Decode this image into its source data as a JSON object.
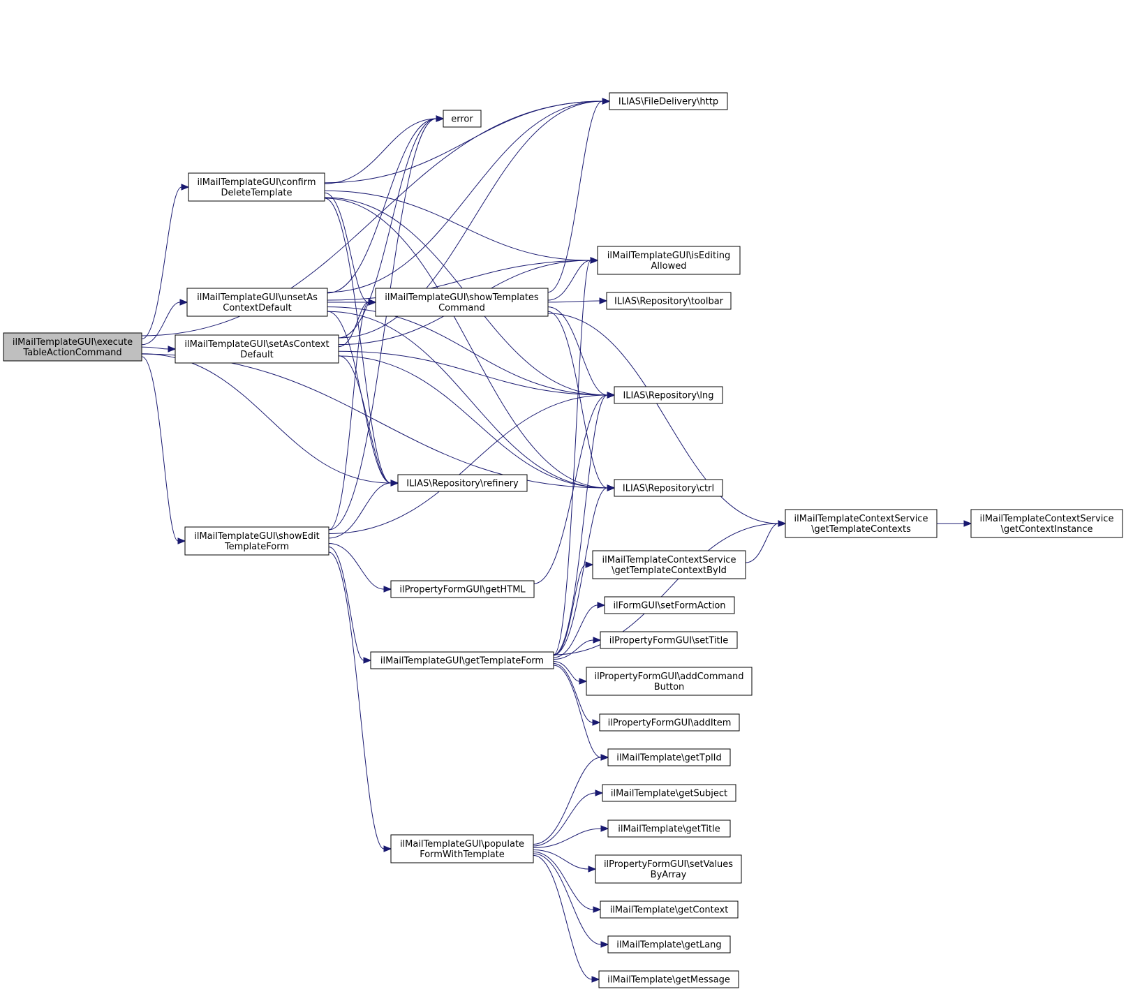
{
  "colors": {
    "edge": "#191970",
    "node_fill": "#ffffff",
    "root_fill": "#bfbfbf",
    "border": "#000000"
  },
  "nodes": {
    "exec": {
      "lines": [
        "ilMailTemplateGUI\\execute",
        "TableActionCommand"
      ],
      "root": true
    },
    "confirm": {
      "lines": [
        "ilMailTemplateGUI\\confirm",
        "DeleteTemplate"
      ]
    },
    "unset": {
      "lines": [
        "ilMailTemplateGUI\\unsetAs",
        "ContextDefault"
      ]
    },
    "setas": {
      "lines": [
        "ilMailTemplateGUI\\setAsContext",
        "Default"
      ]
    },
    "showedit": {
      "lines": [
        "ilMailTemplateGUI\\showEdit",
        "TemplateForm"
      ]
    },
    "error": {
      "lines": [
        "error"
      ]
    },
    "showtpl": {
      "lines": [
        "ilMailTemplateGUI\\showTemplates",
        "Command"
      ]
    },
    "refinery": {
      "lines": [
        "ILIAS\\Repository\\refinery"
      ]
    },
    "gethtml": {
      "lines": [
        "ilPropertyFormGUI\\getHTML"
      ]
    },
    "gettf": {
      "lines": [
        "ilMailTemplateGUI\\getTemplateForm"
      ]
    },
    "populate": {
      "lines": [
        "ilMailTemplateGUI\\populate",
        "FormWithTemplate"
      ]
    },
    "http": {
      "lines": [
        "ILIAS\\FileDelivery\\http"
      ]
    },
    "isedit": {
      "lines": [
        "ilMailTemplateGUI\\isEditing",
        "Allowed"
      ]
    },
    "toolbar": {
      "lines": [
        "ILIAS\\Repository\\toolbar"
      ]
    },
    "lng": {
      "lines": [
        "ILIAS\\Repository\\lng"
      ]
    },
    "ctrl": {
      "lines": [
        "ILIAS\\Repository\\ctrl"
      ]
    },
    "ctxbyid": {
      "lines": [
        "ilMailTemplateContextService",
        "\\getTemplateContextById"
      ]
    },
    "formact": {
      "lines": [
        "ilFormGUI\\setFormAction"
      ]
    },
    "settitle": {
      "lines": [
        "ilPropertyFormGUI\\setTitle"
      ]
    },
    "addcmd": {
      "lines": [
        "ilPropertyFormGUI\\addCommand",
        "Button"
      ]
    },
    "additem": {
      "lines": [
        "ilPropertyFormGUI\\addItem"
      ]
    },
    "tplid": {
      "lines": [
        "ilMailTemplate\\getTplId"
      ]
    },
    "subject": {
      "lines": [
        "ilMailTemplate\\getSubject"
      ]
    },
    "title": {
      "lines": [
        "ilMailTemplate\\getTitle"
      ]
    },
    "setvals": {
      "lines": [
        "ilPropertyFormGUI\\setValues",
        "ByArray"
      ]
    },
    "context": {
      "lines": [
        "ilMailTemplate\\getContext"
      ]
    },
    "lang": {
      "lines": [
        "ilMailTemplate\\getLang"
      ]
    },
    "message": {
      "lines": [
        "ilMailTemplate\\getMessage"
      ]
    },
    "ctxs": {
      "lines": [
        "ilMailTemplateContextService",
        "\\getTemplateContexts"
      ]
    },
    "ctxinst": {
      "lines": [
        "ilMailTemplateContextService",
        "\\getContextInstance"
      ]
    }
  },
  "edges": [
    [
      "exec",
      "http"
    ],
    [
      "exec",
      "confirm"
    ],
    [
      "exec",
      "unset"
    ],
    [
      "exec",
      "setas"
    ],
    [
      "exec",
      "showedit"
    ],
    [
      "exec",
      "refinery"
    ],
    [
      "exec",
      "ctrl"
    ],
    [
      "confirm",
      "http"
    ],
    [
      "confirm",
      "error"
    ],
    [
      "confirm",
      "isedit"
    ],
    [
      "confirm",
      "showtpl"
    ],
    [
      "confirm",
      "lng"
    ],
    [
      "confirm",
      "ctrl"
    ],
    [
      "confirm",
      "refinery"
    ],
    [
      "unset",
      "http"
    ],
    [
      "unset",
      "error"
    ],
    [
      "unset",
      "isedit"
    ],
    [
      "unset",
      "showtpl"
    ],
    [
      "unset",
      "lng"
    ],
    [
      "unset",
      "ctrl"
    ],
    [
      "unset",
      "refinery"
    ],
    [
      "setas",
      "http"
    ],
    [
      "setas",
      "error"
    ],
    [
      "setas",
      "isedit"
    ],
    [
      "setas",
      "showtpl"
    ],
    [
      "setas",
      "lng"
    ],
    [
      "setas",
      "ctrl"
    ],
    [
      "setas",
      "refinery"
    ],
    [
      "showedit",
      "error"
    ],
    [
      "showedit",
      "showtpl"
    ],
    [
      "showedit",
      "refinery"
    ],
    [
      "showedit",
      "lng"
    ],
    [
      "showedit",
      "gethtml"
    ],
    [
      "showedit",
      "gettf"
    ],
    [
      "showedit",
      "populate"
    ],
    [
      "showtpl",
      "http"
    ],
    [
      "showtpl",
      "isedit"
    ],
    [
      "showtpl",
      "toolbar"
    ],
    [
      "showtpl",
      "lng"
    ],
    [
      "showtpl",
      "ctrl"
    ],
    [
      "showtpl",
      "ctxs"
    ],
    [
      "gethtml",
      "lng"
    ],
    [
      "gettf",
      "isedit"
    ],
    [
      "gettf",
      "lng"
    ],
    [
      "gettf",
      "ctrl"
    ],
    [
      "gettf",
      "ctxs"
    ],
    [
      "gettf",
      "ctxbyid"
    ],
    [
      "gettf",
      "formact"
    ],
    [
      "gettf",
      "settitle"
    ],
    [
      "gettf",
      "addcmd"
    ],
    [
      "gettf",
      "additem"
    ],
    [
      "gettf",
      "tplid"
    ],
    [
      "populate",
      "tplid"
    ],
    [
      "populate",
      "subject"
    ],
    [
      "populate",
      "title"
    ],
    [
      "populate",
      "setvals"
    ],
    [
      "populate",
      "context"
    ],
    [
      "populate",
      "lang"
    ],
    [
      "populate",
      "message"
    ],
    [
      "ctxbyid",
      "ctxs"
    ],
    [
      "ctxs",
      "ctxinst"
    ]
  ]
}
